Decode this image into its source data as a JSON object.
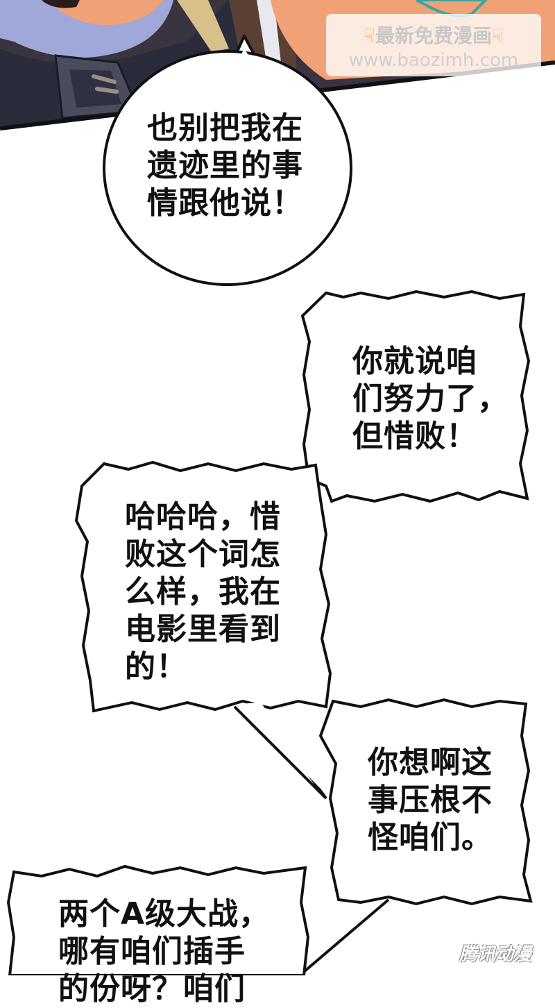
{
  "watermark": {
    "line1": "最新免费漫画",
    "line2": "www.baozimh.com",
    "icon": "pointing-hand-icon"
  },
  "bubbles": [
    {
      "lines": [
        "也别把我在",
        "遗迹里的事",
        "情跟他说！"
      ]
    },
    {
      "lines": [
        "你就说咱",
        "们努力了，",
        "但惜败！"
      ]
    },
    {
      "lines": [
        "哈哈哈，惜",
        "败这个词怎",
        "么样，我在",
        "电影里看到",
        "的！"
      ]
    },
    {
      "lines": [
        "你想啊这",
        "事压根不",
        "怪咱们。"
      ]
    },
    {
      "lines": [
        "两个A级大战，",
        "哪有咱们插手",
        "的份呀？咱们"
      ]
    }
  ],
  "logo": {
    "text": "腾讯动漫"
  },
  "colors": {
    "skin": "#f0a276",
    "hood": "#9fa8d8",
    "coat": "#2a2c3b",
    "strap": "#d8c08a",
    "watermark_icon": "#f2b21b"
  }
}
